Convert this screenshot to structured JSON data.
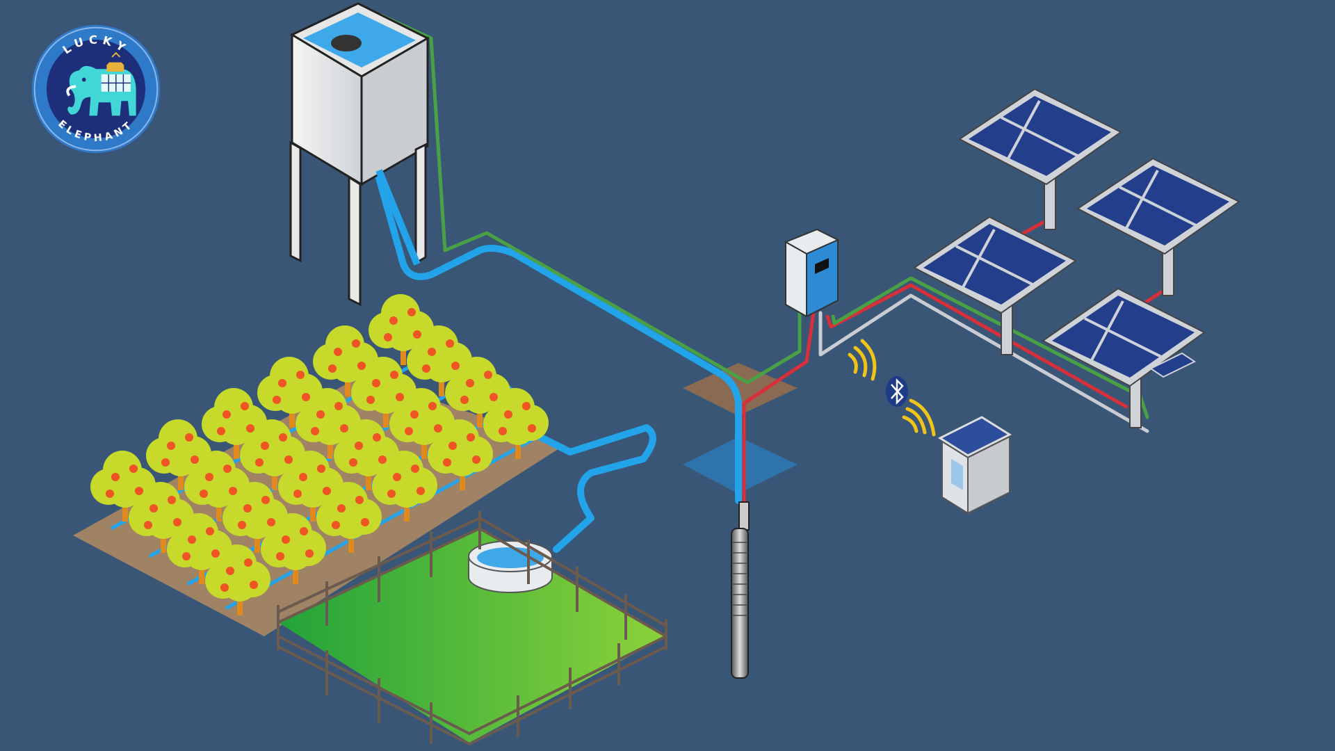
{
  "logo": {
    "top_text": "LUCKY",
    "bottom_text": "ELEPHANT",
    "ring_color": "#2f79c9",
    "inner_color": "#1d2f7a",
    "elephant_color": "#42d6d6",
    "accent_color": "#e8b23a"
  },
  "colors": {
    "background": "#3a5677",
    "water_pipe": "#22a3ea",
    "positive_cable": "#d8303a",
    "ground_cable": "#4aa145",
    "neutral_cable": "#c9ccd2",
    "wireless": "#f0c419",
    "panel_cell": "#233f8c",
    "grass": "#3dbb3a",
    "soil": "#a08365",
    "tree_foliage": "#c7d92a",
    "fruit": "#ee5424"
  },
  "components": [
    {
      "name": "water-tower",
      "icon": "water-tower-icon"
    },
    {
      "name": "solar-array",
      "icon": "solar-panel-icon"
    },
    {
      "name": "pump-inverter",
      "icon": "inverter-icon"
    },
    {
      "name": "submersible-pump",
      "icon": "pump-icon"
    },
    {
      "name": "remote-monitor",
      "icon": "monitor-station-icon"
    },
    {
      "name": "orchard",
      "icon": "tree-icon"
    },
    {
      "name": "livestock-trough",
      "icon": "trough-icon"
    },
    {
      "name": "bluetooth-link",
      "icon": "bluetooth-icon"
    }
  ]
}
